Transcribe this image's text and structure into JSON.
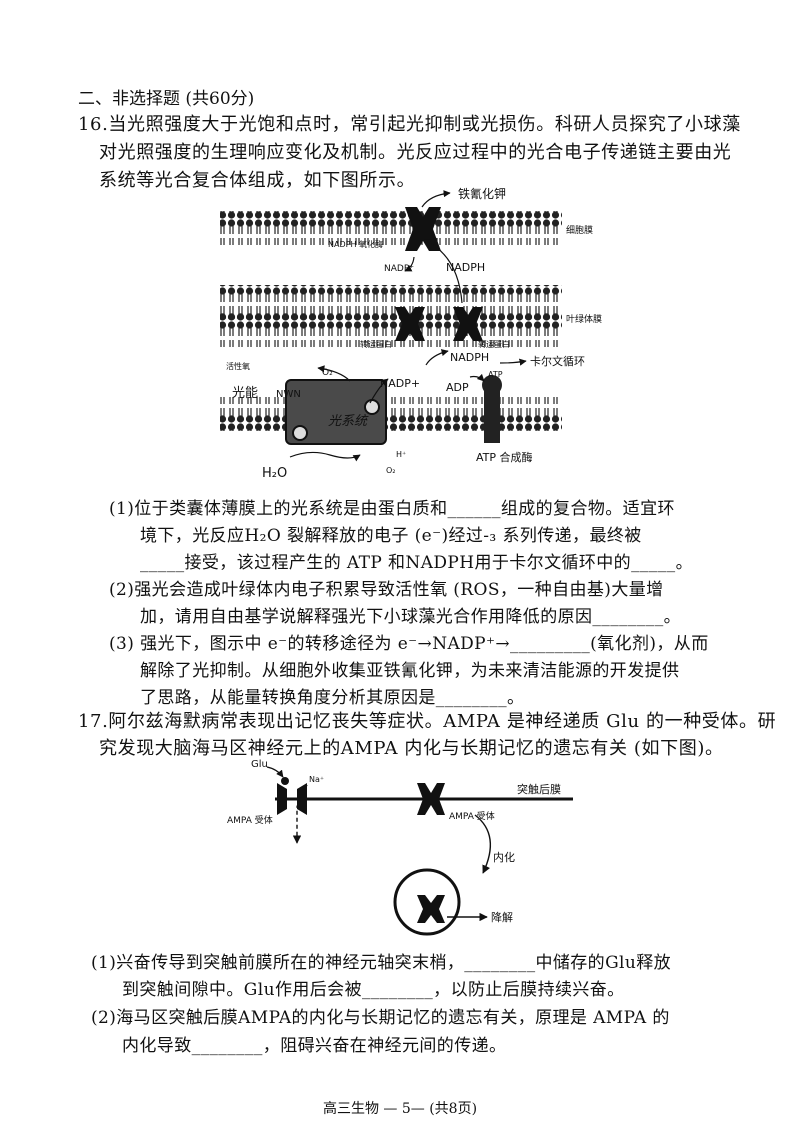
{
  "section_title": "二、非选择题 (共60分)",
  "q16": {
    "lines": [
      "16.当光照强度大于光饱和点时，常引起光抑制或光损伤。科研人员探究了小球藻",
      "对光照强度的生理响应变化及机制。光反应过程中的光合电子传递链主要由光",
      "系统等光合复合体组成，如下图所示。"
    ],
    "diagram": {
      "tie_qing_hua_jia": "铁氰化钾",
      "cell_membrane": "细胞膜",
      "nadph_oxidase": "NADPH 氧化酶",
      "nadp_plus_top": "NADP⁺",
      "nadph_top": "NADPH",
      "chloroplast_membrane": "叶绿体膜",
      "transport_protein_left": "转运蛋白",
      "transport_protein_right": "转运蛋白",
      "nadph_mid": "NADPH",
      "calvin_cycle": "卡尔文循环",
      "reactive_oxygen": "活性氧",
      "o2_top": "O₂",
      "nadp_plus_mid": "NADP+",
      "adp": "ADP",
      "atp": "ATP",
      "light_energy": "光能",
      "nwn": "NWN",
      "photosystem": "光系统",
      "h2o": "H₂O",
      "h_plus": "H⁺",
      "o2_bottom": "O₂",
      "atp_synthase": "ATP 合成酶"
    },
    "parts": [
      "(1)位于类囊体薄膜上的光系统是由蛋白质和______组成的复合物。适宜环",
      "境下，光反应H₂O 裂解释放的电子 (e⁻)经过-₃ 系列传递，最终被",
      "_____接受，该过程产生的 ATP 和NADPH用于卡尔文循环中的_____。",
      "(2)强光会造成叶绿体内电子积累导致活性氧 (ROS，一种自由基)大量增",
      "加，请用自由基学说解释强光下小球藻光合作用降低的原因________。",
      "(3)  强光下，图示中 e⁻的转移途径为 e⁻→NADP⁺→_________(氧化剂)，从而",
      "解除了光抑制。从细胞外收集亚铁氰化钾，为未来清洁能源的开发提供",
      "了思路，从能量转换角度分析其原因是________。"
    ]
  },
  "q17": {
    "lines": [
      "17.阿尔兹海默病常表现出记忆丧失等症状。AMPA 是神经递质 Glu 的一种受体。研",
      "究发现大脑海马区神经元上的AMPA 内化与长期记忆的遗忘有关 (如下图)。"
    ],
    "diagram": {
      "glu": "Glu",
      "na_plus": "Na⁺",
      "postsynaptic_membrane": "突触后膜",
      "ampa_receptor_left": "AMPA 受体",
      "ampa_receptor_right": "AMPA 受体",
      "internalization": "内化",
      "degradation": "降解"
    },
    "parts": [
      "(1)兴奋传导到突触前膜所在的神经元轴突末梢，________中储存的Glu释放",
      "到突触间隙中。Glu作用后会被________，以防止后膜持续兴奋。",
      "(2)海马区突触后膜AMPA的内化与长期记忆的遗忘有关，原理是 AMPA 的",
      "内化导致________，阻碍兴奋在神经元间的传递。"
    ]
  },
  "footer": "高三生物 — 5— (共8页)"
}
